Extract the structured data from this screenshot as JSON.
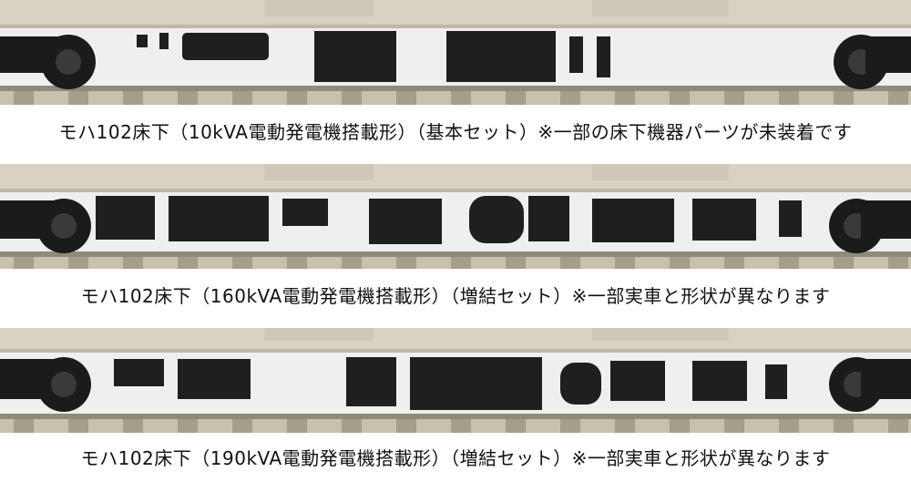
{
  "photos": [
    {
      "caption": "モハ102床下（10kVA電動発電機搭載形）（基本セット）※一部の床下機器パーツが未装着です"
    },
    {
      "caption": "モハ102床下（160kVA電動発電機搭載形）（増結セット）※一部実車と形状が異なります"
    },
    {
      "caption": "モハ102床下（190kVA電動発電機搭載形）（増結セット）※一部実車と形状が異なります"
    }
  ],
  "colors": {
    "body_beige": "#d9d2c4",
    "underfloor": "#1b1b1b",
    "rail": "#8f8a7a",
    "sleeper": "#b9b2a0",
    "background": "#f2f2f2"
  }
}
